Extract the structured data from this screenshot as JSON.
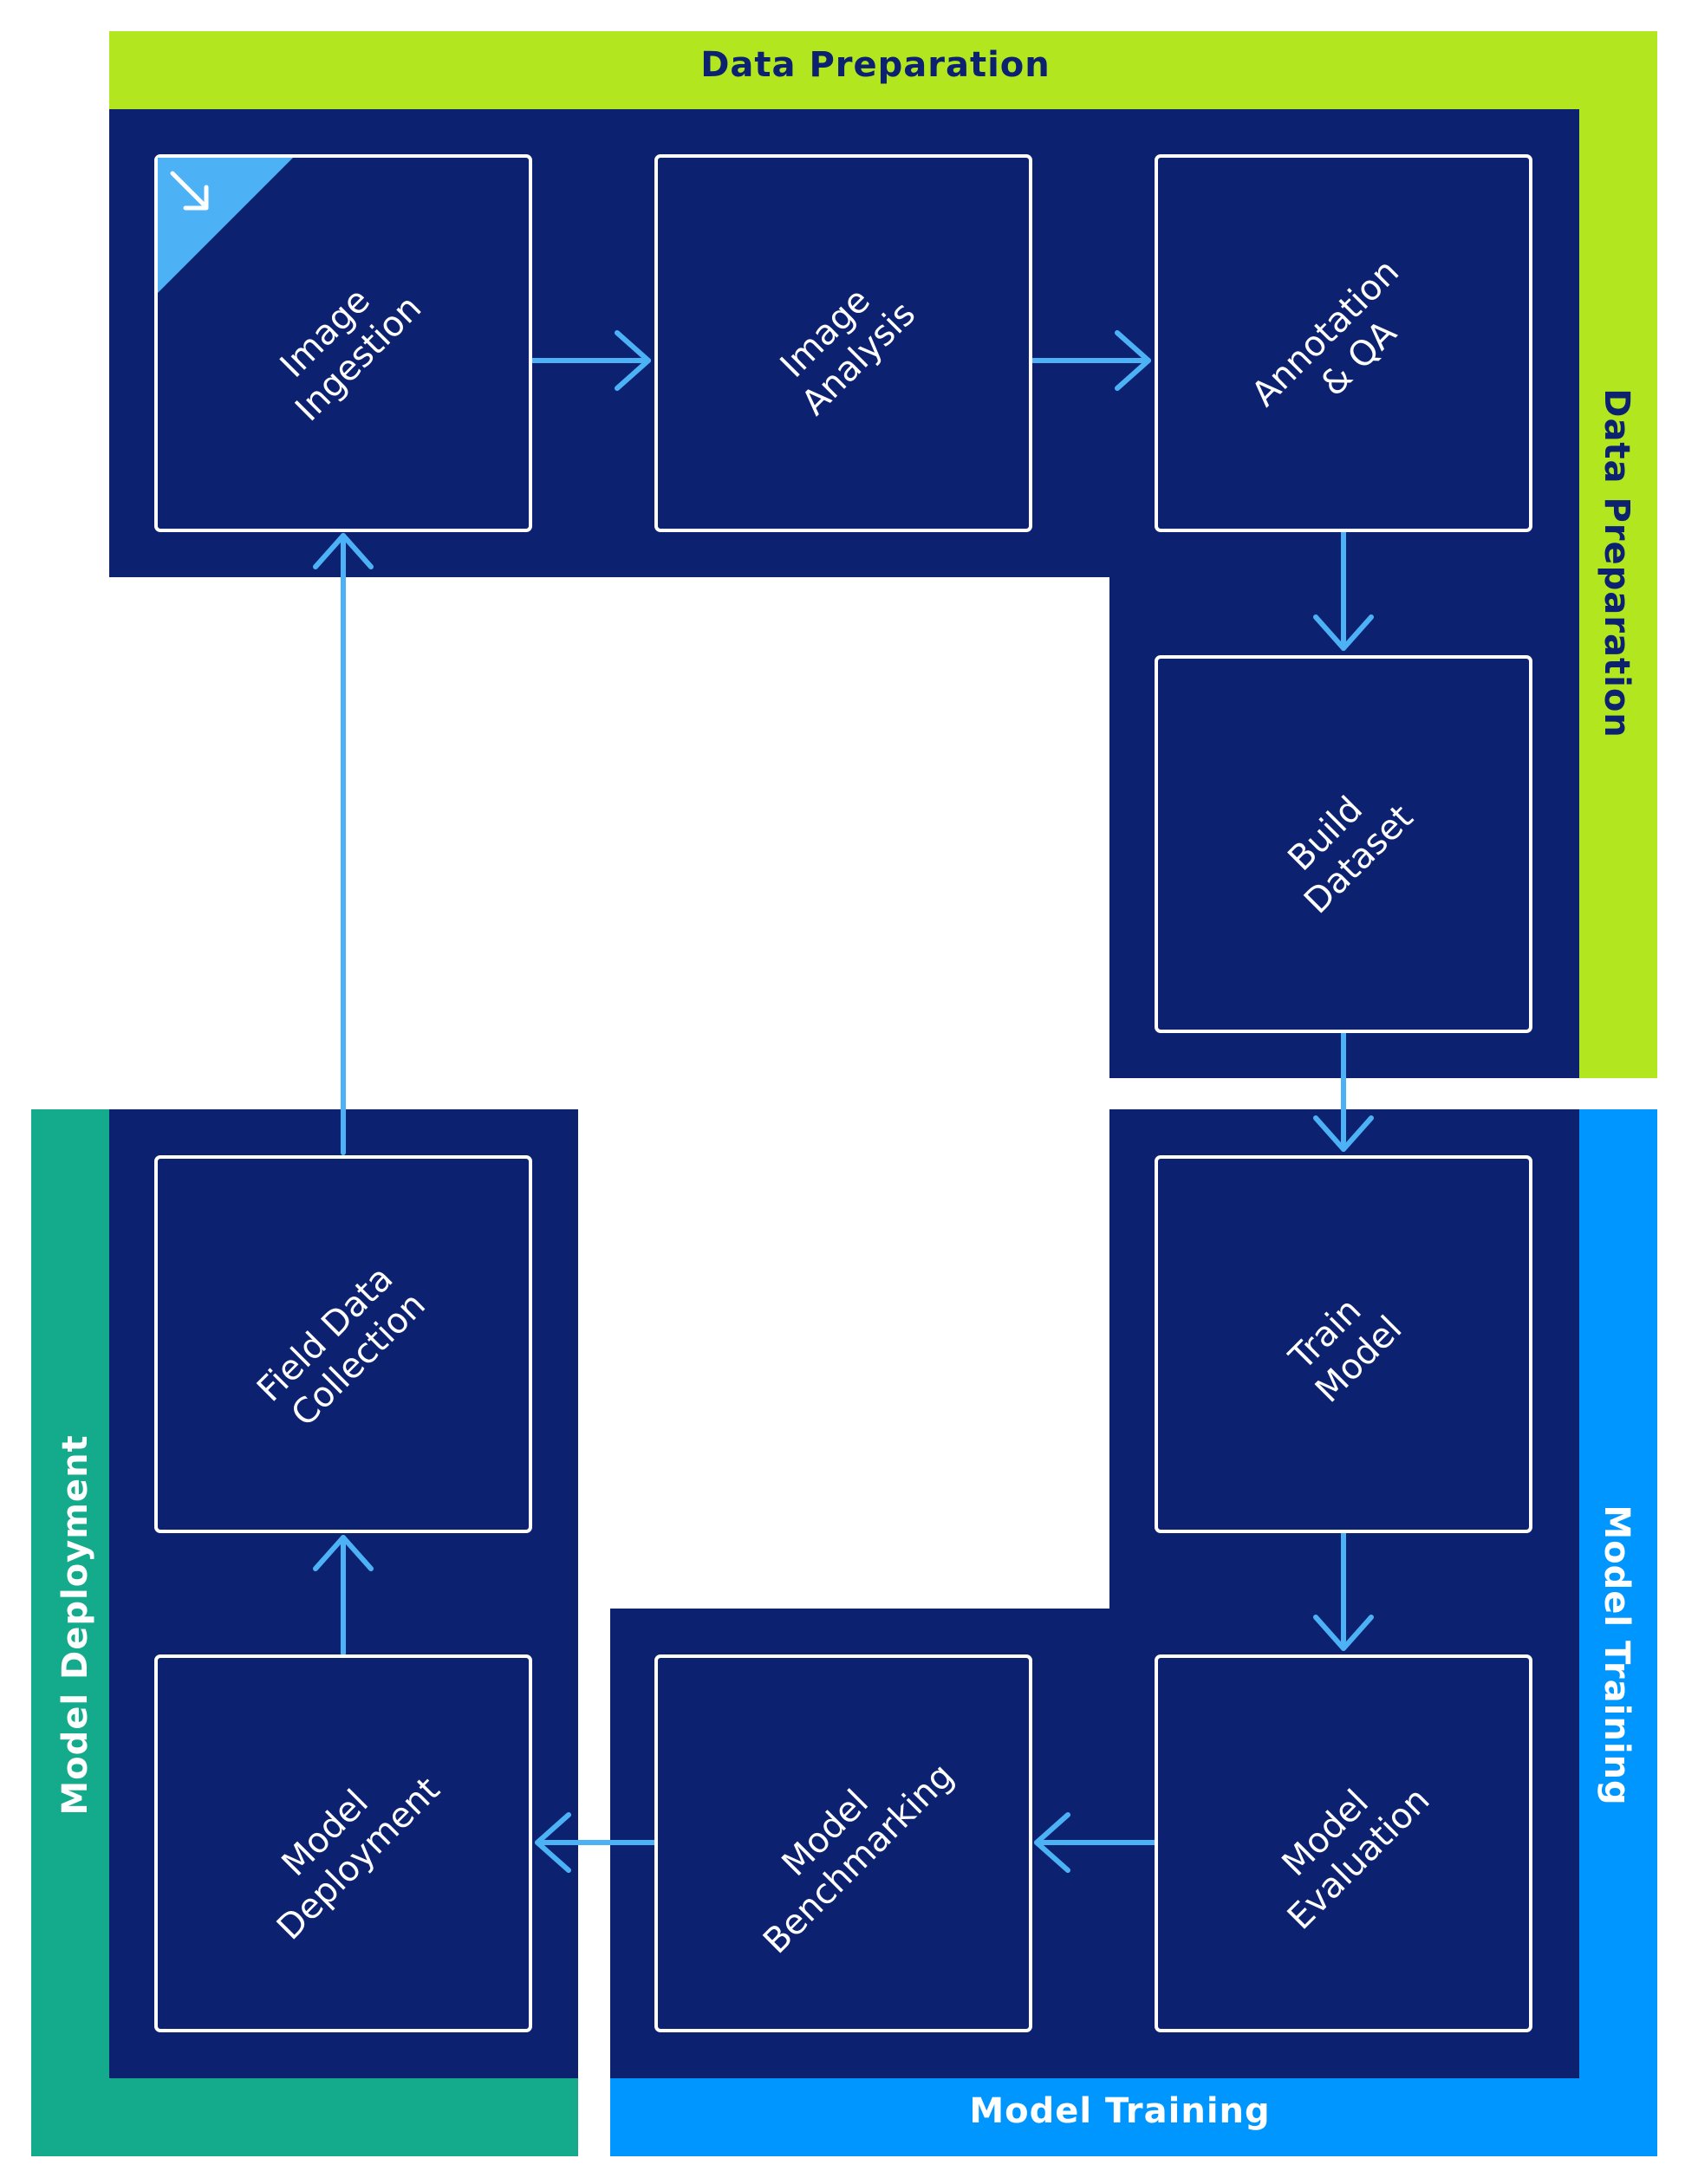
{
  "colors": {
    "navy": "#0c2270",
    "lime": "#b2e61f",
    "blue": "#0096ff",
    "teal": "#14aa8c",
    "arrow": "#4db2f5",
    "white": "#ffffff"
  },
  "bands": {
    "data_preparation_top": "Data Preparation",
    "data_preparation_side": "Data Preparation",
    "model_training_side": "Model Training",
    "model_training_bottom": "Model Training",
    "model_deployment_side": "Model Deployment"
  },
  "nodes": {
    "image_ingestion": [
      "Image",
      "Ingestion"
    ],
    "image_analysis": [
      "Image",
      "Analysis"
    ],
    "annotation_qa": [
      "Annotation",
      "& QA"
    ],
    "build_dataset": [
      "Build",
      "Dataset"
    ],
    "train_model": [
      "Train",
      "Model"
    ],
    "model_evaluation": [
      "Model",
      "Evaluation"
    ],
    "model_benchmarking": [
      "Model",
      "Benchmarking"
    ],
    "model_deployment": [
      "Model",
      "Deployment"
    ],
    "field_data_collection": [
      "Field Data",
      "Collection"
    ]
  },
  "start_marker_icon": "arrow-down-right-icon"
}
